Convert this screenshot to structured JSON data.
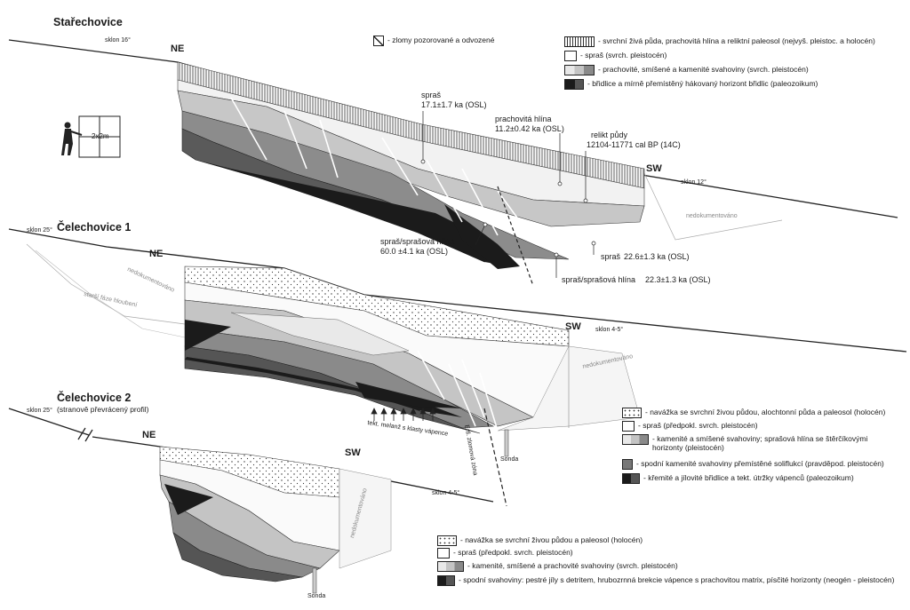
{
  "section1": {
    "title": "Stařechovice",
    "slope_left": "sklon 16°",
    "slope_right": "sklon 12°",
    "ne": "NE",
    "sw": "SW",
    "undocumented": "nedokumentováno",
    "scale": "2x2m",
    "faults_note": "- zlomy pozorované a odvozené",
    "dates": [
      {
        "label": "spraš",
        "value": "17.1±1.7 ka (OSL)"
      },
      {
        "label": "prachovitá hlína",
        "value": "11.2±0.42 ka (OSL)"
      },
      {
        "label": "relikt půdy",
        "value": "12104-11771 cal BP (14C)"
      },
      {
        "label": "spraš/sprašová hlína",
        "value": "60.0 ±4.1 ka (OSL)"
      },
      {
        "label": "spraš",
        "value": "22.6±1.3 ka (OSL)"
      },
      {
        "label": "spraš/sprašová hlína",
        "value": "22.3±1.3 ka (OSL)"
      }
    ],
    "legend": [
      "- svrchní živá půda, prachovitá hlína a reliktní paleosol (nejvyš. pleistoc. a holocén)",
      "- spraš (svrch. pleistocén)",
      "- prachovité, smíšené a kamenité svahoviny (svrch. pleistocén)",
      "- břidlice a mírně přemístěný hákovaný horizont břidlic (paleozoikum)"
    ]
  },
  "section2": {
    "title": "Čelechovice 1",
    "slope_left": "sklon 25°",
    "slope_right": "sklon 4-5°",
    "ne": "NE",
    "sw": "SW",
    "undocumented_left": "nedokumentováno",
    "old_trench": "starší fáze hloubení",
    "undocumented_right": "nedokumentováno",
    "tect_melange": "tekt. melanž s klasty vápence",
    "fault_zone": "Ertl. zlomová zóna",
    "sonda": "Sonda",
    "legend": [
      "- navážka se svrchní živou půdou, alochtonní půda a paleosol (holocén)",
      "- spraš (předpokl. svrch. pleistocén)",
      "- kamenité a smíšené svahoviny; sprašová hlína se štěrčíkovými horizonty (pleistocén)",
      "- spodní kamenité svahoviny přemístěné soliflukcí (pravděpod. pleistocén)",
      "- křemité a jílovité břidlice a tekt. útržky vápenců (paleozoikum)"
    ]
  },
  "section3": {
    "title": "Čelechovice 2",
    "subtitle": "(stranově převrácený profil)",
    "slope_left": "sklon 25°",
    "slope_right": "sklon 4-5°",
    "ne": "NE",
    "sw": "SW",
    "undocumented": "nedokumentováno",
    "sonda": "Sonda",
    "legend": [
      "- navážka se svrchní živou půdou a paleosol (holocén)",
      "- spraš (předpokl. svrch. pleistocén)",
      "- kamenité, smíšené a prachovité svahoviny (svrch. pleistocén)",
      "- spodní svahoviny: pestré jíly s detritem, hrubozrnná brekcie vápence s prachovitou matrix, písčité horizonty  (neogén - pleistocén)"
    ]
  },
  "colors": {
    "dark": "#1b1b1b",
    "darkgray": "#555555",
    "midgray": "#8a8a8a",
    "lightgray": "#c4c4c4",
    "paleGray": "#e6e6e6"
  }
}
